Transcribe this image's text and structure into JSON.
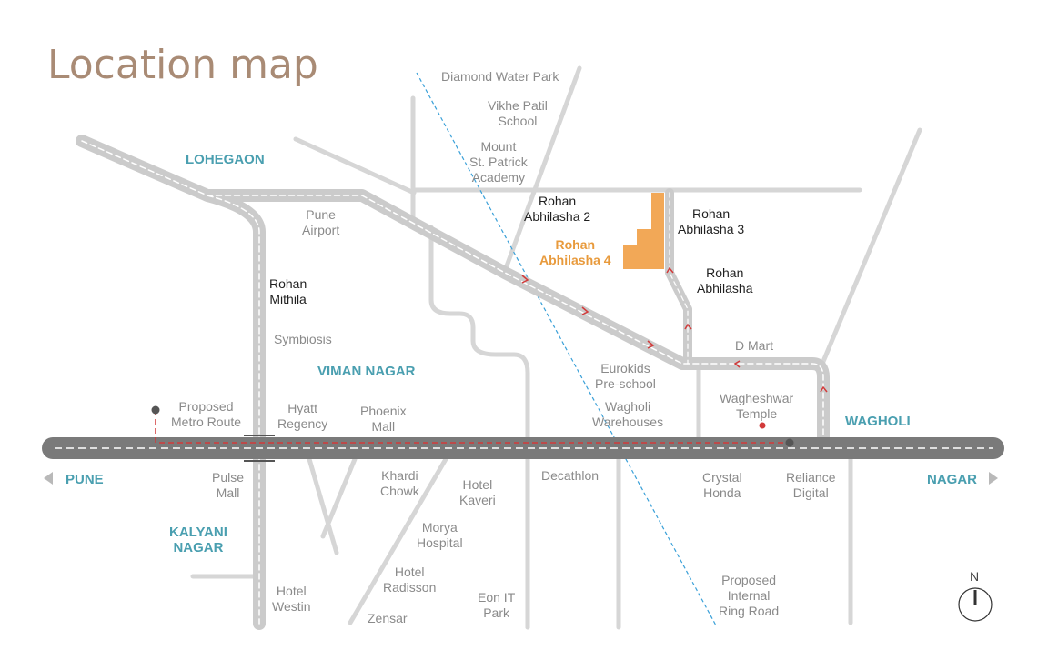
{
  "title": "Location map",
  "colors": {
    "road": "#d4d4d4",
    "main_road": "#7a7a7a",
    "highlight_road": "#c8c8c8",
    "metro": "#d23a3a",
    "ring_road": "#3aa0d8",
    "project": "#f2a857",
    "area_label": "#4a9fb0"
  },
  "areas": {
    "lohegaon": "LOHEGAON",
    "viman_nagar": "VIMAN NAGAR",
    "wagholi": "WAGHOLI",
    "pune": "PUNE",
    "nagar": "NAGAR",
    "kalyani_nagar": "KALYANI\nNAGAR"
  },
  "projects": {
    "rohan_abhilasha_2": "Rohan\nAbhilasha 2",
    "rohan_abhilasha_3": "Rohan\nAbhilasha 3",
    "rohan_abhilasha_4": "Rohan\nAbhilasha 4",
    "rohan_abhilasha": "Rohan\nAbhilasha",
    "rohan_mithila": "Rohan\nMithila"
  },
  "landmarks": {
    "diamond_water_park": "Diamond Water Park",
    "vikhe_patil_school": "Vikhe Patil\nSchool",
    "mount_st_patrick": "Mount\nSt. Patrick\nAcademy",
    "pune_airport": "Pune\nAirport",
    "symbiosis": "Symbiosis",
    "proposed_metro_route": "Proposed\nMetro Route",
    "hyatt_regency": "Hyatt\nRegency",
    "phoenix_mall": "Phoenix\nMall",
    "eurokids": "Eurokids\nPre-school",
    "wagholi_warehouses": "Wagholi\nWarehouses",
    "d_mart": "D Mart",
    "wagheshwar_temple": "Wagheshwar\nTemple",
    "pulse_mall": "Pulse\nMall",
    "khardi_chowk": "Khardi\nChowk",
    "hotel_kaveri": "Hotel\nKaveri",
    "decathlon": "Decathlon",
    "crystal_honda": "Crystal\nHonda",
    "reliance_digital": "Reliance\nDigital",
    "morya_hospital": "Morya\nHospital",
    "hotel_radisson": "Hotel\nRadisson",
    "eon_it_park": "Eon IT\nPark",
    "hotel_westin": "Hotel\nWestin",
    "zensar": "Zensar",
    "proposed_ring_road": "Proposed\nInternal\nRing Road"
  },
  "compass": {
    "label": "N"
  }
}
